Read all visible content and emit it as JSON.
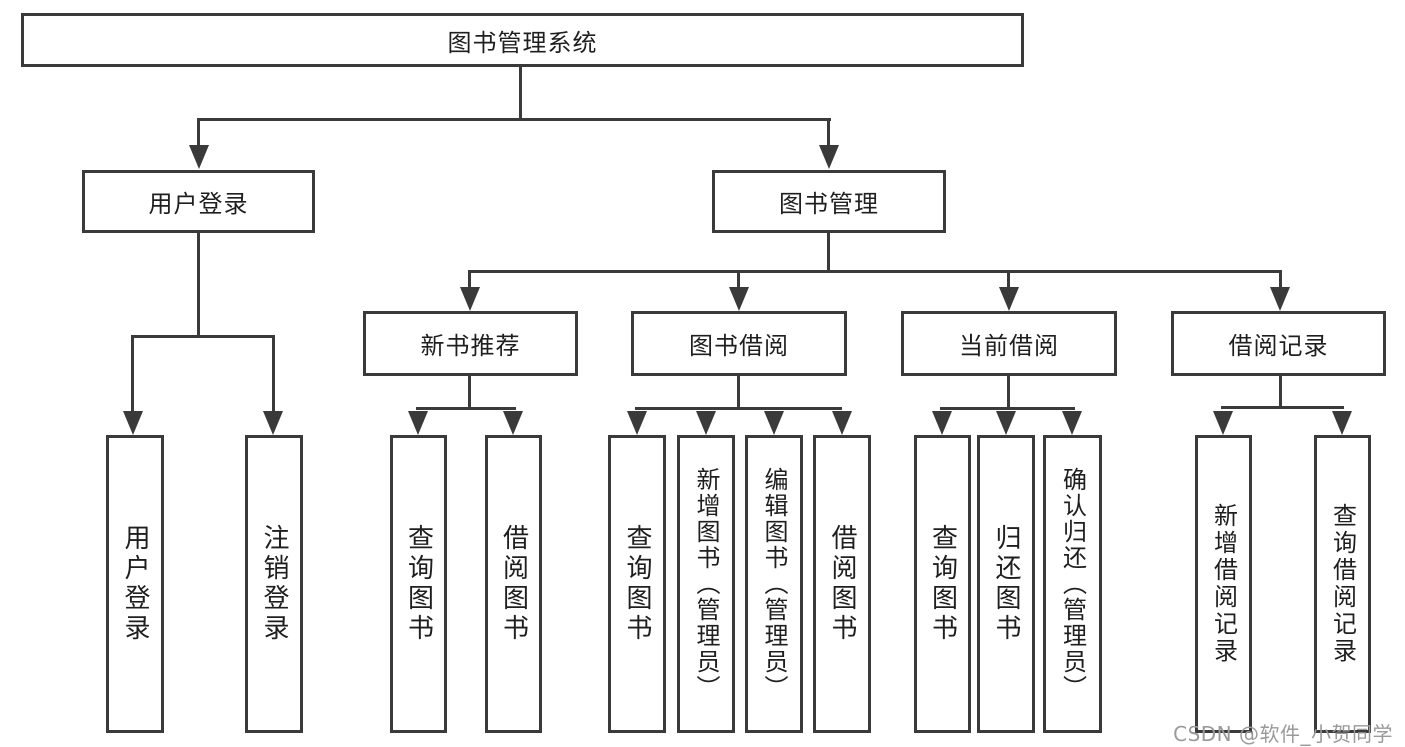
{
  "title": "图书管理系统",
  "watermark": "CSDN @软件_小贺同学",
  "style": {
    "line_color": "#3a3a3a",
    "text_color": "#1f1f1f",
    "watermark_color": "#9a9a9a",
    "background": "#ffffff"
  },
  "tree": {
    "root": {
      "label": "图书管理系统",
      "children": [
        {
          "label": "用户登录",
          "children": [
            {
              "label": "用户登录"
            },
            {
              "label": "注销登录"
            }
          ]
        },
        {
          "label": "图书管理",
          "children": [
            {
              "label": "新书推荐",
              "children": [
                {
                  "label": "查询图书"
                },
                {
                  "label": "借阅图书"
                }
              ]
            },
            {
              "label": "图书借阅",
              "children": [
                {
                  "label": "查询图书"
                },
                {
                  "label": "新增图书（管理员）"
                },
                {
                  "label": "编辑图书（管理员）"
                },
                {
                  "label": "借阅图书"
                }
              ]
            },
            {
              "label": "当前借阅",
              "children": [
                {
                  "label": "查询图书"
                },
                {
                  "label": "归还图书"
                },
                {
                  "label": "确认归还（管理员）"
                }
              ]
            },
            {
              "label": "借阅记录",
              "children": [
                {
                  "label": "新增借阅记录"
                },
                {
                  "label": "查询借阅记录"
                }
              ]
            }
          ]
        }
      ]
    }
  }
}
